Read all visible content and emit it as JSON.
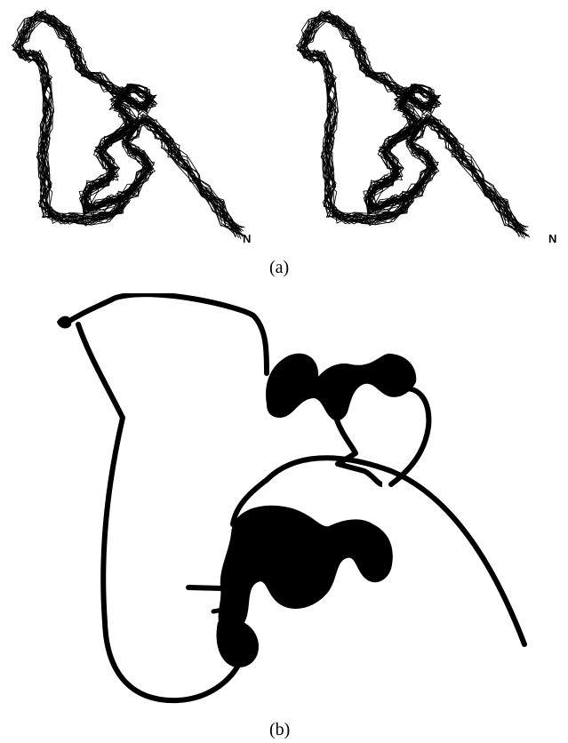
{
  "figure": {
    "panel_a": {
      "caption": "(a)",
      "terminus_label_left": "N",
      "terminus_label_right": "N"
    },
    "panel_b": {
      "caption": "(b)"
    },
    "colors": {
      "ink": "#000000",
      "background": "#ffffff"
    }
  }
}
